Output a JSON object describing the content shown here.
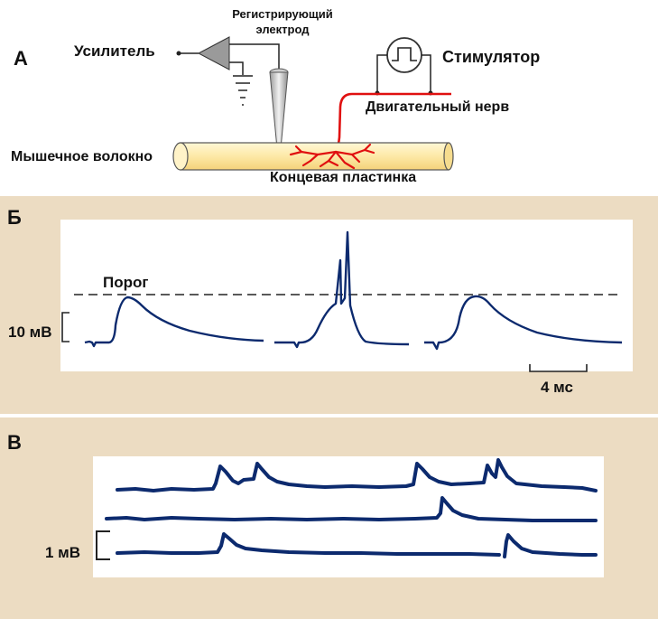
{
  "panel_a": {
    "letter": "А",
    "amplifier_label": "Усилитель",
    "electrode_label_line1": "Регистрирующий",
    "electrode_label_line2": "электрод",
    "stimulator_label": "Стимулятор",
    "motor_nerve_label": "Двигательный нерв",
    "muscle_fiber_label": "Мышечное волокно",
    "end_plate_label": "Концевая пластинка"
  },
  "panel_b": {
    "letter": "Б",
    "threshold_label": "Порог",
    "voltage_scale_label": "10 мВ",
    "time_scale_label": "4 мс"
  },
  "panel_c": {
    "letter": "В",
    "voltage_scale_label": "1 мВ"
  },
  "colors": {
    "trace": "#0c2a6e",
    "nerve": "#e01010",
    "panel_background": "#ecdcc2",
    "fiber_fill": "#fde9a6"
  },
  "icons": {
    "amplifier": "amplifier-triangle-icon",
    "ground": "ground-icon",
    "stimulator": "square-pulse-icon"
  }
}
